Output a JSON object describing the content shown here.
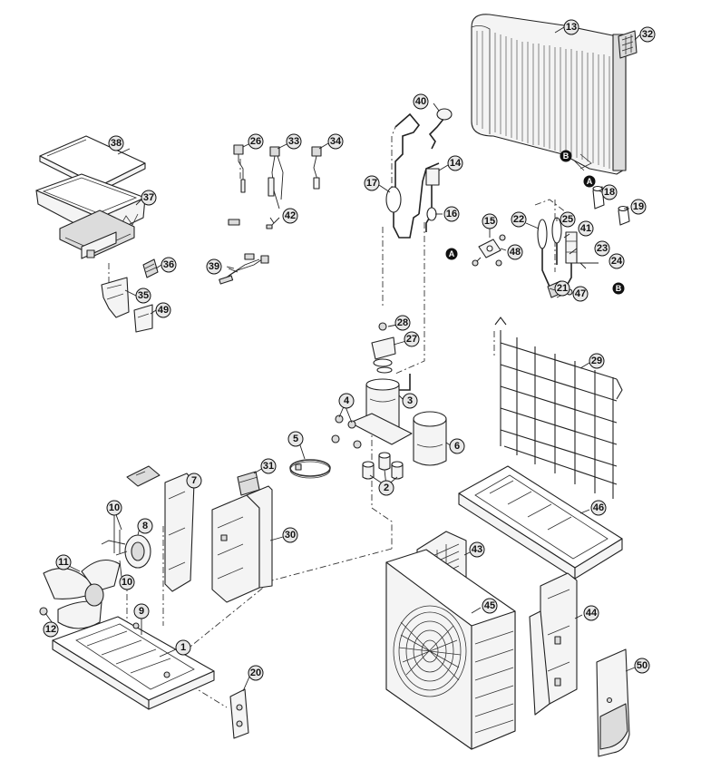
{
  "callouts": [
    "1",
    "2",
    "3",
    "4",
    "5",
    "6",
    "7",
    "8",
    "9",
    "10",
    "10",
    "11",
    "12",
    "13",
    "14",
    "15",
    "16",
    "17",
    "18",
    "19",
    "20",
    "21",
    "22",
    "23",
    "24",
    "25",
    "26",
    "27",
    "28",
    "29",
    "30",
    "31",
    "32",
    "33",
    "34",
    "35",
    "36",
    "37",
    "38",
    "39",
    "40",
    "41",
    "42",
    "43",
    "44",
    "45",
    "46",
    "47",
    "48",
    "49",
    "50"
  ],
  "refs": [
    "A",
    "A",
    "B",
    "B"
  ]
}
